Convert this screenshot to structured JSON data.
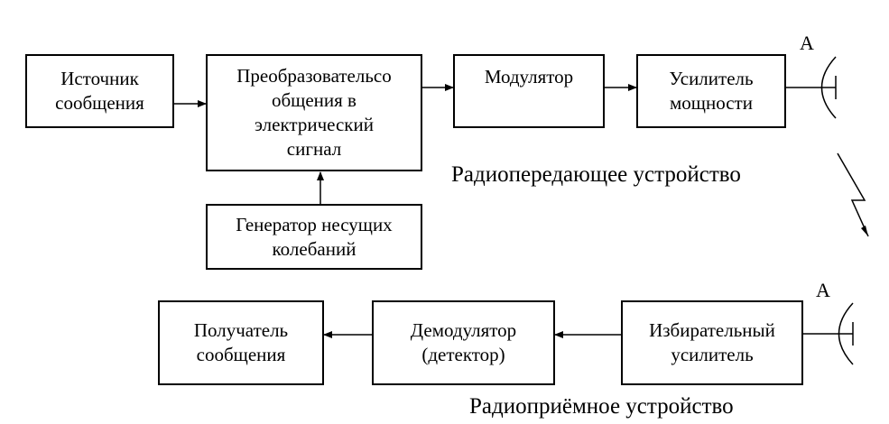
{
  "transmitter": {
    "blocks": {
      "source": [
        "Источник",
        "сообщения"
      ],
      "converter": [
        "Преобразовательсо",
        "общения в",
        "электрический",
        "сигнал"
      ],
      "modulator": [
        "Модулятор"
      ],
      "amplifier": [
        "Усилитель",
        "мощности"
      ],
      "carrier_generator": [
        "Генератор несущих",
        "колебаний"
      ]
    },
    "antenna_label": "А",
    "caption": "Радиопередающее устройство"
  },
  "receiver": {
    "blocks": {
      "recipient": [
        "Получатель",
        "сообщения"
      ],
      "demodulator": [
        "Демодулятор",
        "(детектор)"
      ],
      "selective_amplifier": [
        "Избирательный",
        "усилитель"
      ]
    },
    "antenna_label": "А",
    "caption": "Радиоприёмное устройство"
  }
}
